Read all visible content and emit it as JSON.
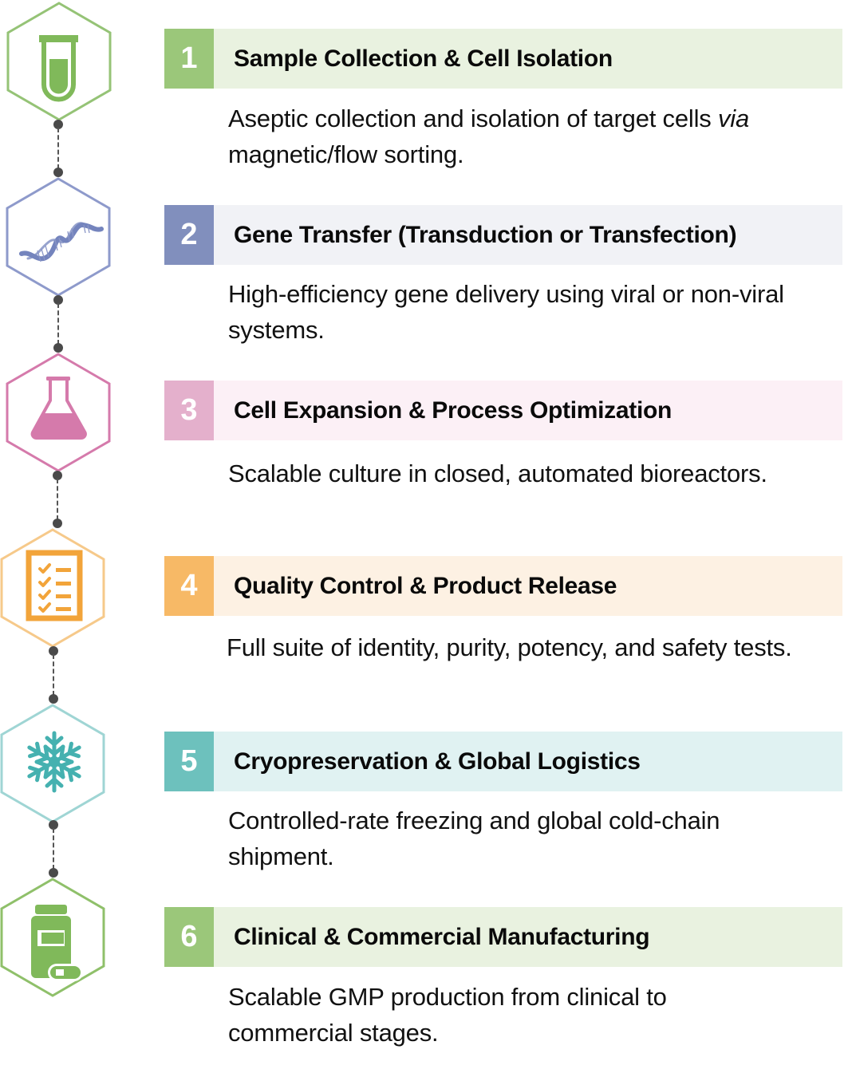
{
  "steps": [
    {
      "number": "1",
      "title": "Sample Collection & Cell Isolation",
      "description_main": "Aseptic collection and isolation of target cells ",
      "description_italic": "via",
      "description_tail": " magnetic/flow sorting.",
      "icon": "test-tube-icon",
      "color": "#8fc06a",
      "bar_bg": "#e9f2e0"
    },
    {
      "number": "2",
      "title": "Gene Transfer (Transduction or Transfection)",
      "description_main": "High-efficiency gene delivery using viral or non-viral systems.",
      "description_italic": "",
      "description_tail": "",
      "icon": "dna-helix-icon",
      "color": "#7f8dbd",
      "bar_bg": "#f1f2f6"
    },
    {
      "number": "3",
      "title": "Cell Expansion & Process Optimization",
      "description_main": "Scalable culture in closed, automated bioreactors.",
      "description_italic": "",
      "description_tail": "",
      "icon": "flask-icon",
      "color": "#e2aac8",
      "bar_bg": "#fcf0f6"
    },
    {
      "number": "4",
      "title": "Quality Control & Product Release",
      "description_main": "Full suite of identity, purity, potency, and safety tests.",
      "description_italic": "",
      "description_tail": "",
      "icon": "checklist-icon",
      "color": "#f5b85e",
      "bar_bg": "#fdf1e3"
    },
    {
      "number": "5",
      "title": "Cryopreservation & Global Logistics",
      "description_main": "Controlled-rate freezing and global cold-chain shipment.",
      "description_italic": "",
      "description_tail": "",
      "icon": "snowflake-icon",
      "color": "#6cc0bd",
      "bar_bg": "#e0f2f2"
    },
    {
      "number": "6",
      "title": "Clinical & Commercial Manufacturing",
      "description_main": "Scalable GMP production from clinical to commercial stages.",
      "description_italic": "",
      "description_tail": "",
      "icon": "medicine-bottle-icon",
      "color": "#8fc06a",
      "bar_bg": "#e9f2e0"
    }
  ],
  "colors": {
    "connector": "#4a4a4a",
    "hex_test_tube": "#8fc06a",
    "hex_dna": "#8e9acb",
    "hex_flask": "#d57aab",
    "hex_checklist": "#f6c98a",
    "hex_snowflake": "#9fd5d4",
    "hex_bottle": "#8fc06a"
  }
}
